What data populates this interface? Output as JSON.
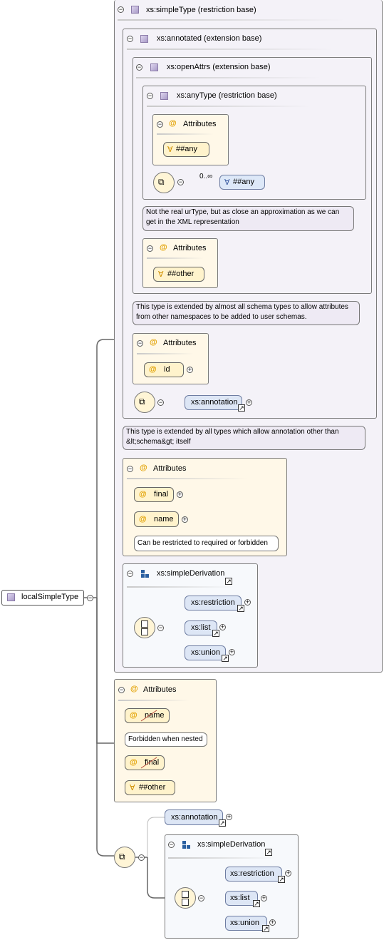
{
  "root": {
    "label": "localSimpleType"
  },
  "simpletype": {
    "title": "xs:simpleType (restriction base)"
  },
  "annotated": {
    "title": "xs:annotated (extension base)"
  },
  "openattrs": {
    "title": "xs:openAttrs (extension base)"
  },
  "anytype": {
    "title": "xs:anyType (restriction base)",
    "attributes_label": "Attributes",
    "any_attr": "##any",
    "occurs": "0..∞",
    "any_el": "##any"
  },
  "notes": {
    "urtype": "Not the real urType, but as close an approximation as we can get in the XML representation",
    "openattrs": "This type is extended by almost all schema types to allow attributes from other namespaces to be added to user schemas.",
    "annotated": "This type is extended by all types which allow annotation other than &lt;schema&gt; itself",
    "name_restricted": "Can be restricted to required or forbidden",
    "nested": "Forbidden when nested"
  },
  "openattrs_attrs": {
    "label": "Attributes",
    "other": "##other"
  },
  "annotated_attrs": {
    "label": "Attributes",
    "id": "id"
  },
  "annotated_seq": {
    "annotation": "xs:annotation"
  },
  "simpletype_attrs": {
    "label": "Attributes",
    "final": "final",
    "name": "name"
  },
  "derivation_top": {
    "title": "xs:simpleDerivation",
    "restriction": "xs:restriction",
    "list": "xs:list",
    "union": "xs:union"
  },
  "local_attrs": {
    "label": "Attributes",
    "name": "name",
    "final": "final",
    "other": "##other"
  },
  "bottom_seq": {
    "annotation": "xs:annotation"
  },
  "derivation_bottom": {
    "title": "xs:simpleDerivation",
    "restriction": "xs:restriction",
    "list": "xs:list",
    "union": "xs:union"
  }
}
